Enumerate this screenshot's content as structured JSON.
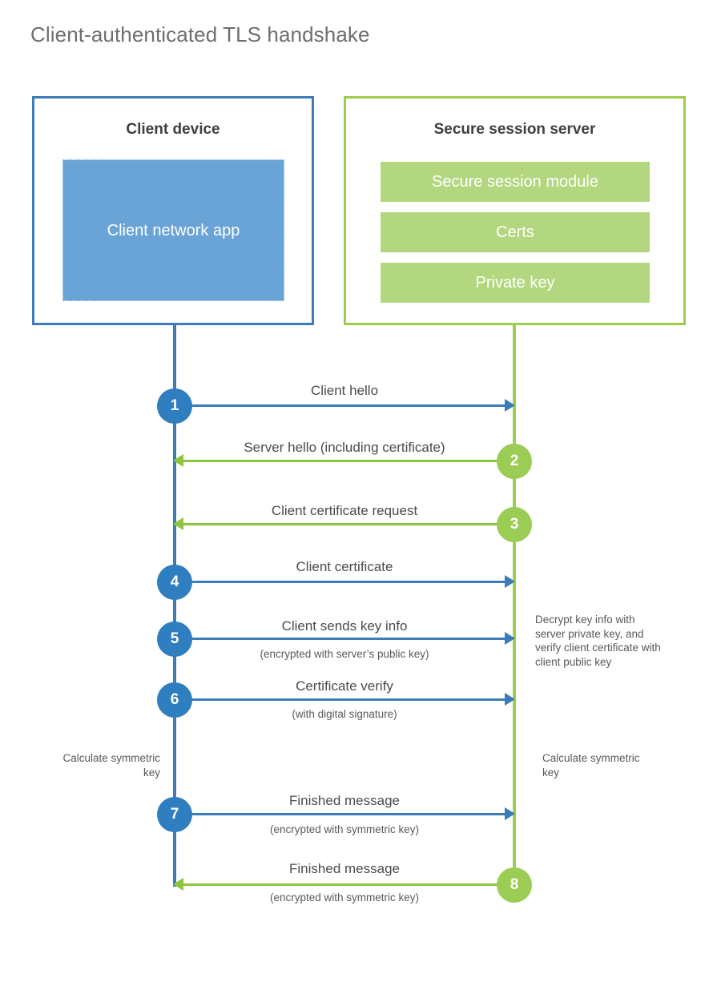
{
  "diagram": {
    "title": "Client-authenticated TLS handshake",
    "colors": {
      "client_blue": "#3b7cb9",
      "client_app_fill": "#6aa3d5",
      "server_green": "#9dcd4e",
      "server_bar_fill": "#b3d77f",
      "arrow_green": "#8cc63f",
      "step_blue": "#2f7ec0",
      "step_green": "#9bcc54",
      "title_gray": "#6d6e71",
      "text_gray": "#4b4b4b"
    },
    "parties": {
      "client": {
        "title": "Client device",
        "app_label": "Client network app"
      },
      "server": {
        "title": "Secure session server",
        "modules": [
          "Secure session module",
          "Certs",
          "Private key"
        ]
      }
    },
    "steps": [
      {
        "number": "1",
        "label": "Client hello",
        "sub": "",
        "from": "client",
        "to": "server",
        "color": "blue"
      },
      {
        "number": "2",
        "label": "Server hello (including certificate)",
        "sub": "",
        "from": "server",
        "to": "client",
        "color": "green"
      },
      {
        "number": "3",
        "label": "Client certificate request",
        "sub": "",
        "from": "server",
        "to": "client",
        "color": "green"
      },
      {
        "number": "4",
        "label": "Client certificate",
        "sub": "",
        "from": "client",
        "to": "server",
        "color": "blue"
      },
      {
        "number": "5",
        "label": "Client sends key info",
        "sub": "(encrypted with server’s public key)",
        "from": "client",
        "to": "server",
        "color": "blue"
      },
      {
        "number": "6",
        "label": "Certificate verify",
        "sub": "(with digital signature)",
        "from": "client",
        "to": "server",
        "color": "blue"
      },
      {
        "number": "7",
        "label": "Finished message",
        "sub": "(encrypted with symmetric key)",
        "from": "client",
        "to": "server",
        "color": "blue"
      },
      {
        "number": "8",
        "label": "Finished message",
        "sub": "(encrypted with symmetric key)",
        "from": "server",
        "to": "client",
        "color": "green"
      }
    ],
    "notes": {
      "server_decrypt": "Decrypt key info with server private key, and verify client certificate with client public key",
      "client_calculate": "Calculate symmetric key",
      "server_calculate": "Calculate symmetric key"
    }
  }
}
